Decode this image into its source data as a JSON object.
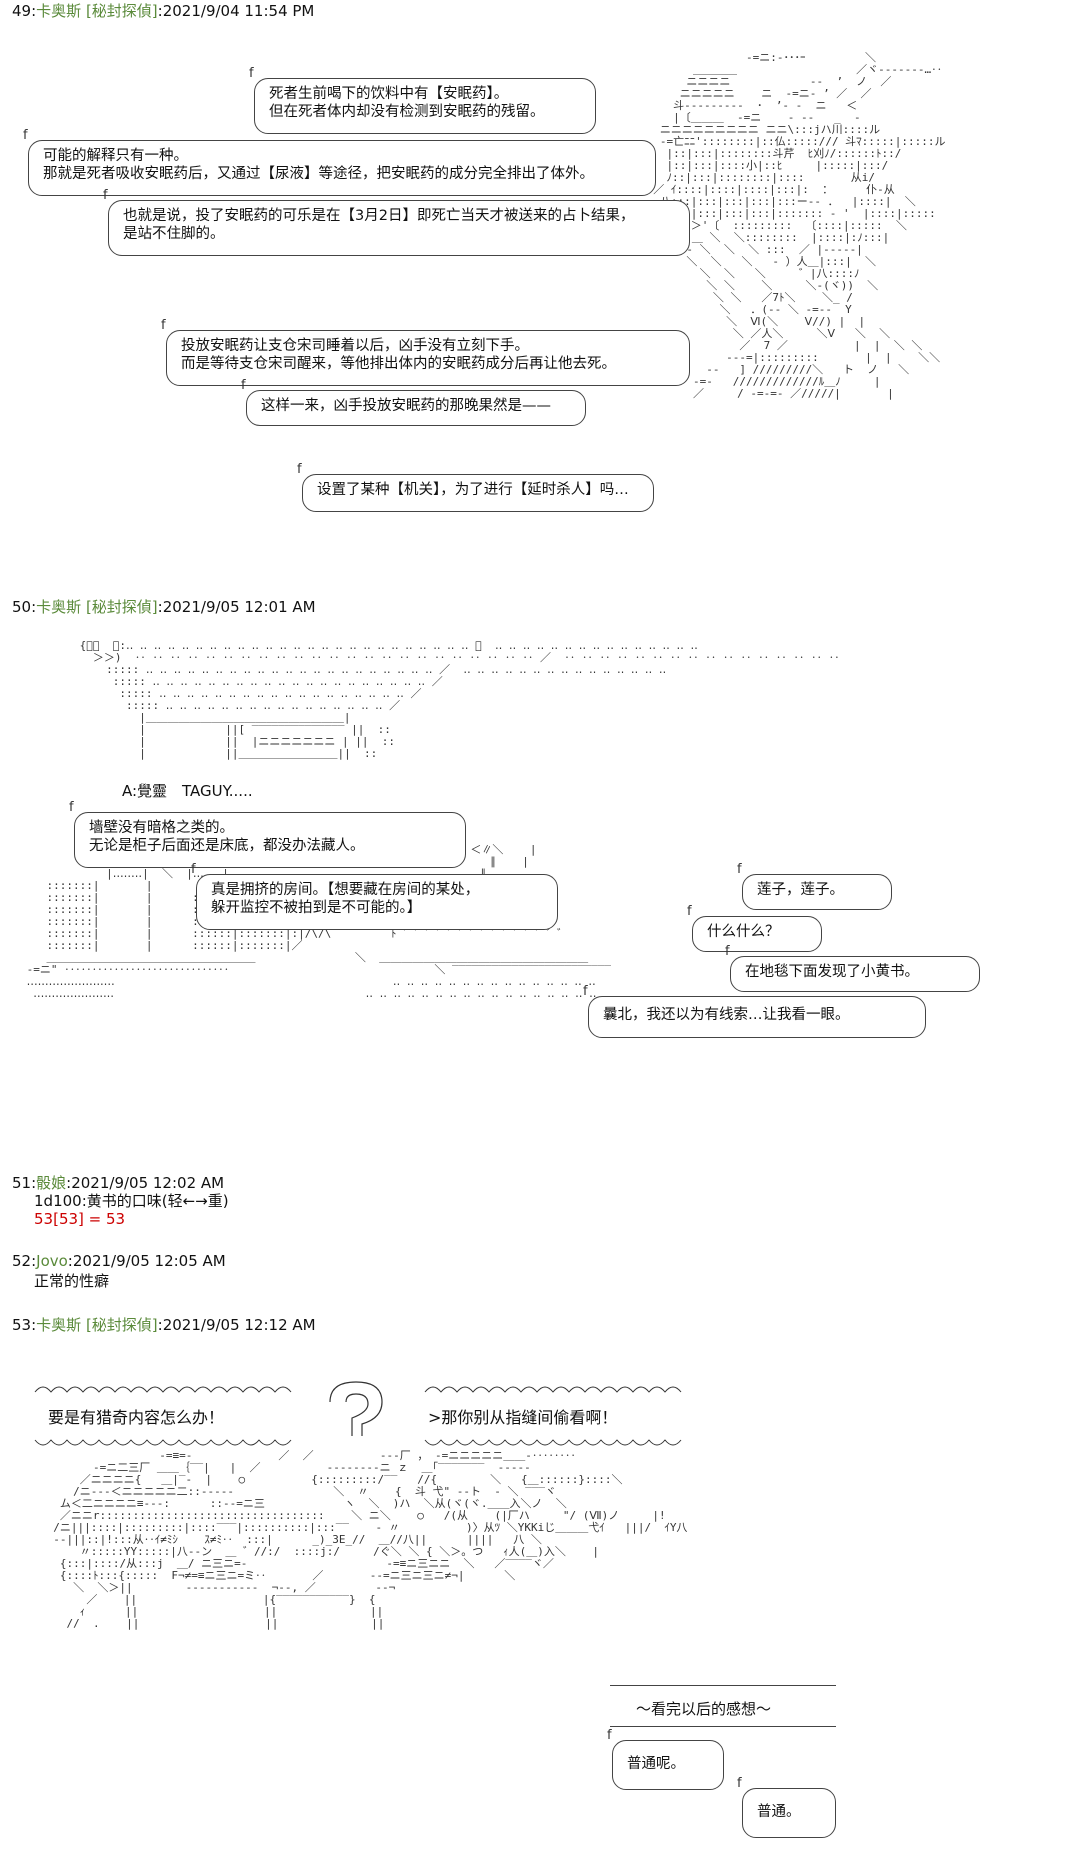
{
  "posts": [
    {
      "num": "49:",
      "name": "卡奥斯",
      "trip": "[秘封探偵]",
      "time": ":2021/9/04 11:54 PM"
    },
    {
      "num": "50:",
      "name": "卡奥斯",
      "trip": "[秘封探偵]",
      "time": ":2021/9/05 12:01 AM"
    },
    {
      "num": "51:",
      "name": "骰娘",
      "trip": "",
      "time": ":2021/9/05 12:02 AM"
    },
    {
      "num": "52:",
      "name": "Jovo",
      "trip": "",
      "time": ":2021/9/05 12:05 AM"
    },
    {
      "num": "53:",
      "name": "卡奥斯",
      "trip": "[秘封探偵]",
      "time": ":2021/9/05 12:12 AM"
    }
  ],
  "p49": {
    "b1": [
      "死者生前喝下的饮料中有【安眠药】。",
      "但在死者体内却没有检测到安眠药的残留。"
    ],
    "b2": [
      "可能的解释只有一种。",
      "那就是死者吸收安眠药后，又通过【尿液】等途径，把安眠药的成分完全排出了体外。"
    ],
    "b3": [
      "也就是说，投了安眠药的可乐是在【3月2日】即死亡当天才被送来的占卜结果，",
      "是站不住脚的。"
    ],
    "b4": [
      "投放安眠药让支仓宋司睡着以后，凶手没有立刻下手。",
      "而是等待支仓宋司醒来，等他排出体内的安眠药成分后再让他去死。"
    ],
    "b5": "这样一来，凶手投放安眠药的那晚果然是——",
    "b6": "设置了某种【机关】，为了进行【延时杀人】吗…"
  },
  "p50": {
    "label": "A:覺靈　TAGUY.....",
    "b1": [
      "墙壁没有暗格之类的。",
      "无论是柜子后面还是床底，都没办法藏人。"
    ],
    "b2": [
      "真是拥挤的房间。【想要藏在房间的某处，",
      "躲开监控不被拍到是不可能的。】"
    ],
    "b3": "莲子，莲子。",
    "b4": "什么什么？",
    "b5": "在地毯下面发现了小黄书。",
    "b6": "曩北，我还以为有线索…让我看一眼。"
  },
  "p51": {
    "line1": "1d100:黄书的口味(轻←→重)",
    "line2": "53[53] = 53"
  },
  "p52": {
    "line1": "正常的性癖"
  },
  "p53": {
    "left": "要是有猎奇内容怎么办！",
    "right": ">那你别从指缝间偷看啊！",
    "caption": "～看完以后的感想～",
    "b1": "普通呢。",
    "b2": "普通。"
  }
}
